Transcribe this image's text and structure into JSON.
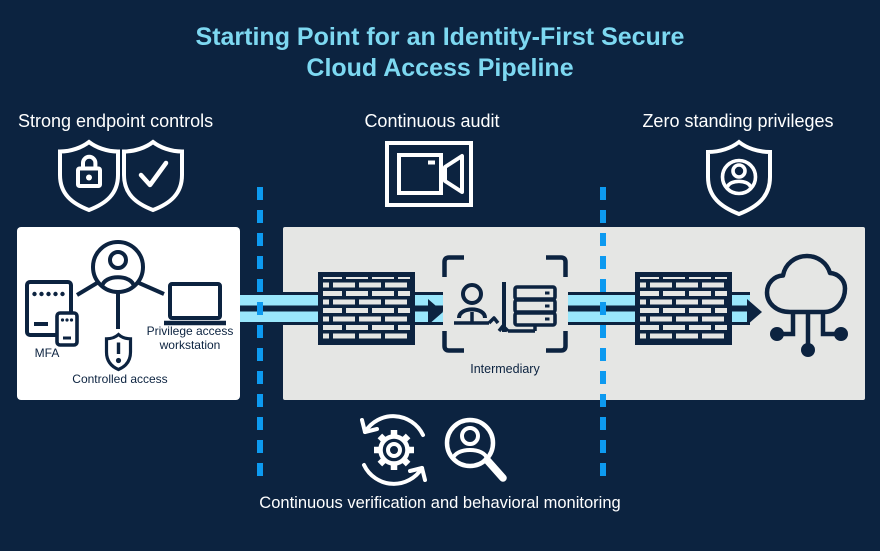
{
  "title": {
    "line1": "Starting Point for an Identity-First Secure",
    "line2": "Cloud Access Pipeline"
  },
  "sections": {
    "endpoint_controls": {
      "label": "Strong endpoint controls",
      "icons": [
        "shield-lock-icon",
        "shield-check-icon"
      ]
    },
    "continuous_audit": {
      "label": "Continuous audit",
      "icons": [
        "video-camera-icon"
      ]
    },
    "zero_standing_privileges": {
      "label": "Zero standing privileges",
      "icons": [
        "shield-user-icon"
      ]
    }
  },
  "endpoint_box": {
    "mfa_label": "MFA",
    "workstation_label": "Privilege access workstation",
    "controlled_access_label": "Controlled access",
    "icons": [
      "user-circle-icon",
      "mfa-devices-icon",
      "laptop-icon",
      "shield-alert-icon"
    ]
  },
  "pipeline": {
    "intermediary_label": "Intermediary",
    "icons": [
      "firewall-icon",
      "user-icon",
      "server-icon",
      "firewall-icon",
      "cloud-icon"
    ]
  },
  "footer": {
    "caption": "Continuous verification and behavioral monitoring",
    "icons": [
      "gear-sync-icon",
      "user-search-icon"
    ]
  },
  "colors": {
    "background_navy": "#0c2340",
    "title_cyan": "#7dd8f1",
    "pipe_pale_blue": "#9ae7fc",
    "dashed_bright_blue": "#0d9af0",
    "panel_gray": "#e5e6e4",
    "panel_white": "#ffffff",
    "ink_navy": "#0c2340",
    "text_white": "#ffffff"
  }
}
